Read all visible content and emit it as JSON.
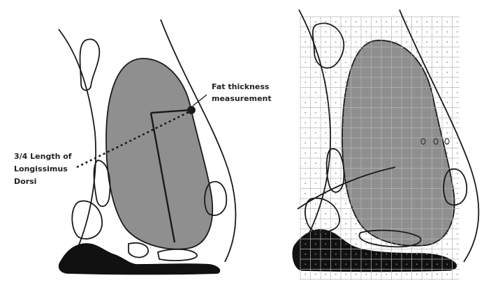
{
  "colors": {
    "background": "#ffffff",
    "outline": "#1a1a1a",
    "muscle_fill": "#8f8f8f",
    "grid_line": "#b5b5b5",
    "grid_dot": "#8a8a8a",
    "dark_tissue": "#111111"
  },
  "left_panel": {
    "fat_label_line1": "Fat thickness",
    "fat_label_line2": "measurement",
    "length_label_line1": "3/4 Length of",
    "length_label_line2": "Longissimus",
    "length_label_line3": "Dorsi"
  },
  "right_panel": {
    "grid": "dot-point grid overlay on loin eye area"
  }
}
